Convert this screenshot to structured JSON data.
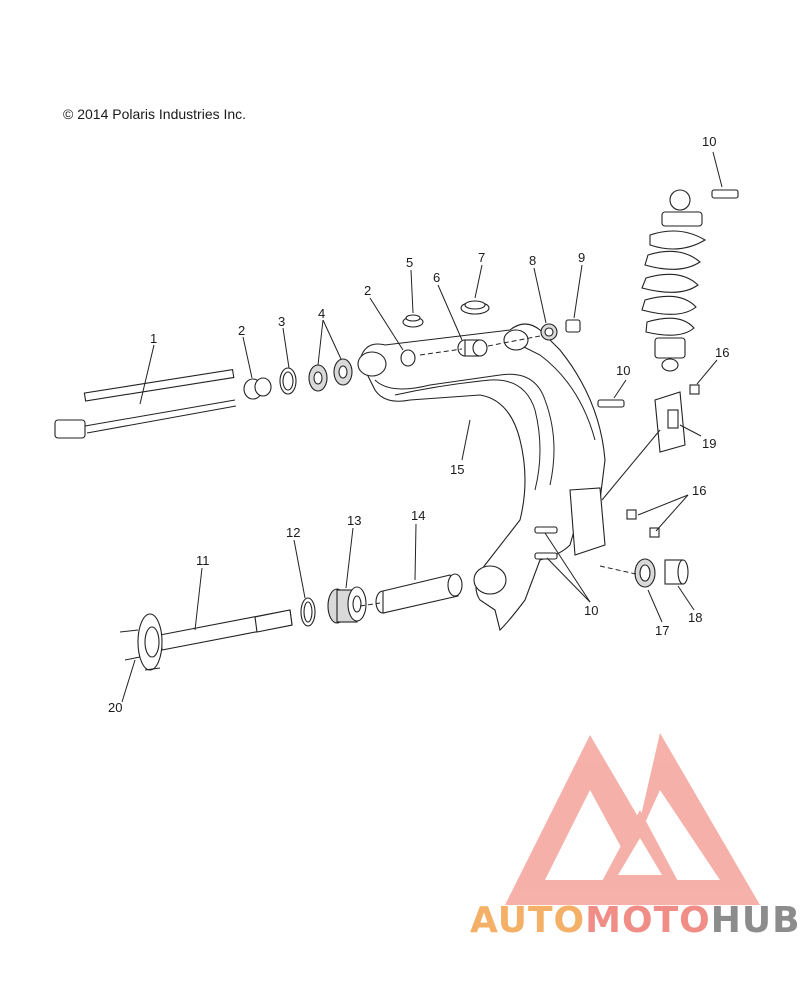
{
  "copyright": "© 2014 Polaris Industries Inc.",
  "callouts": [
    "1",
    "2",
    "3",
    "4",
    "2",
    "5",
    "6",
    "7",
    "8",
    "9",
    "10",
    "16",
    "10",
    "19",
    "16",
    "15",
    "14",
    "13",
    "12",
    "11",
    "20",
    "10",
    "17",
    "18"
  ],
  "logo": {
    "part1": "AUTO",
    "part2": "MOTO",
    "part3": "HUB",
    "colors": {
      "orange": "#f4b066",
      "pink": "#f08d86",
      "grey": "#8c8c8c"
    }
  },
  "colors": {
    "line": "#222222",
    "watermark": "#f28b82"
  }
}
